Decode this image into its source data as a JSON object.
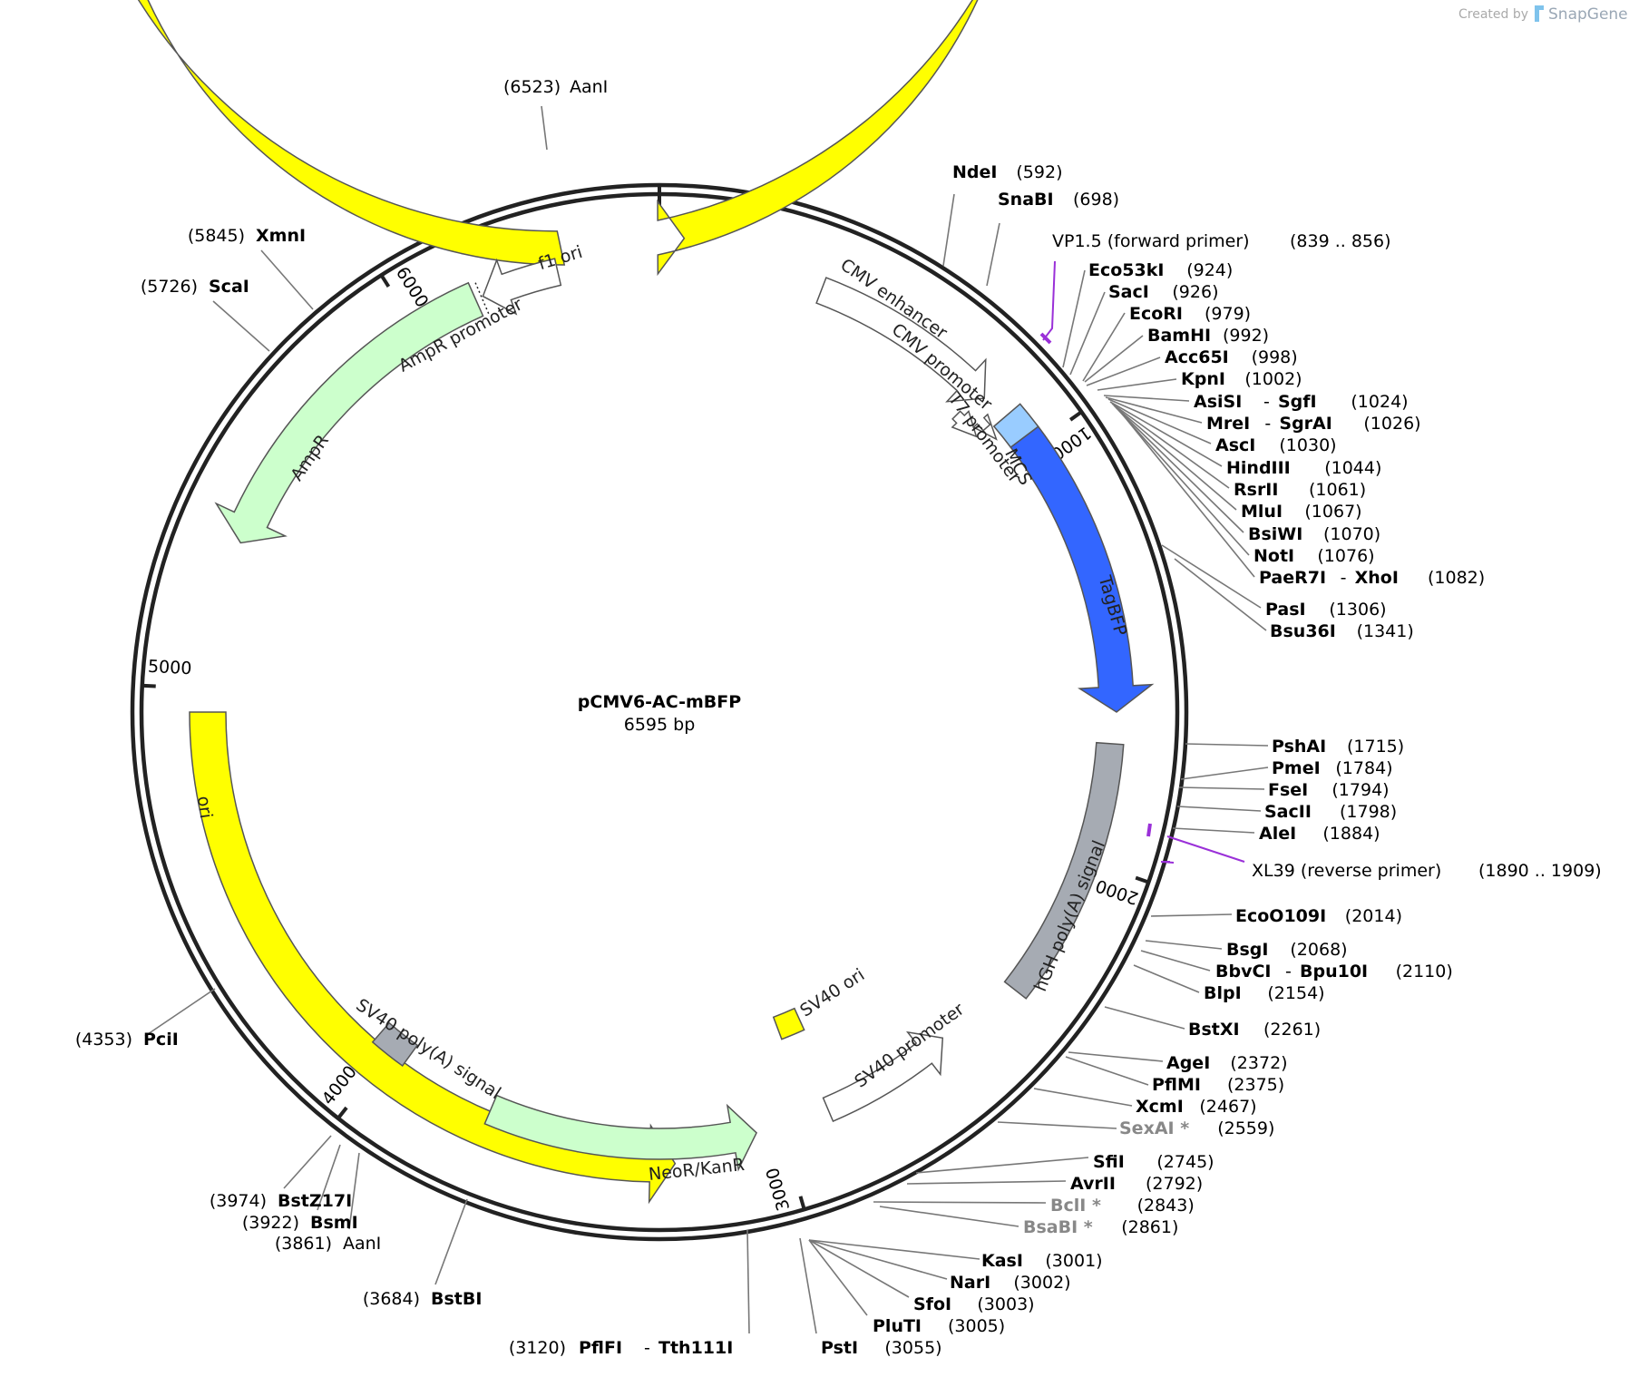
{
  "credit": {
    "prefix": "Created by",
    "brand": "SnapGene"
  },
  "plasmid": {
    "name": "pCMV6-AC-mBFP",
    "length_label": "6595 bp",
    "length": 6595
  },
  "ticks": [
    {
      "label": "1000",
      "pos": 1000
    },
    {
      "label": "2000",
      "pos": 2000
    },
    {
      "label": "3000",
      "pos": 3000
    },
    {
      "label": "4000",
      "pos": 4000
    },
    {
      "label": "5000",
      "pos": 5000
    },
    {
      "label": "6000",
      "pos": 6000
    }
  ],
  "features": [
    {
      "label": "f1 ori",
      "color": "#FFFF00"
    },
    {
      "label": "AmpR promoter",
      "color": "#FFFFFF"
    },
    {
      "label": "AmpR",
      "color": "#CCFFCC"
    },
    {
      "label": "ori",
      "color": "#FFFF00"
    },
    {
      "label": "CMV enhancer",
      "color": "#FFFFFF"
    },
    {
      "label": "CMV promoter",
      "color": "#FFFFFF"
    },
    {
      "label": "T7 promoter",
      "color": "#FFFFFF"
    },
    {
      "label": "MCS",
      "color": "#99CCFF"
    },
    {
      "label": "TagBFP",
      "color": "#3366FF"
    },
    {
      "label": "hGH poly(A) signal",
      "color": "#A6ABB3"
    },
    {
      "label": "SV40 ori",
      "color": "#FFFF00"
    },
    {
      "label": "SV40 promoter",
      "color": "#FFFFFF"
    },
    {
      "label": "NeoR/KanR",
      "color": "#CCFFCC"
    },
    {
      "label": "SV40 poly(A) signal",
      "color": "#A6ABB3"
    }
  ],
  "sites": [
    {
      "name": "AanI",
      "pos": "(6523)",
      "bold": false
    },
    {
      "name": "XmnI",
      "pos": "(5845)",
      "bold": true
    },
    {
      "name": "ScaI",
      "pos": "(5726)",
      "bold": true
    },
    {
      "name": "PciI",
      "pos": "(4353)",
      "bold": true
    },
    {
      "name": "BstZ17I",
      "pos": "(3974)",
      "bold": true
    },
    {
      "name": "BsmI",
      "pos": "(3922)",
      "bold": true
    },
    {
      "name": "AanI",
      "pos": "(3861)",
      "bold": false
    },
    {
      "name": "BstBI",
      "pos": "(3684)",
      "bold": true
    },
    {
      "name": "PflFI",
      "name2": "Tth111I",
      "pos": "(3120)",
      "bold": true
    },
    {
      "name": "PstI",
      "pos": "(3055)",
      "bold": true
    },
    {
      "name": "PluTI",
      "pos": "(3005)",
      "bold": true
    },
    {
      "name": "SfoI",
      "pos": "(3003)",
      "bold": true
    },
    {
      "name": "NarI",
      "pos": "(3002)",
      "bold": true
    },
    {
      "name": "KasI",
      "pos": "(3001)",
      "bold": true
    },
    {
      "name": "BsaBI *",
      "pos": "(2861)",
      "bold": true,
      "grey": true
    },
    {
      "name": "BclI *",
      "pos": "(2843)",
      "bold": true,
      "grey": true
    },
    {
      "name": "AvrII",
      "pos": "(2792)",
      "bold": true
    },
    {
      "name": "SfiI",
      "pos": "(2745)",
      "bold": true
    },
    {
      "name": "SexAI *",
      "pos": "(2559)",
      "bold": true,
      "grey": true
    },
    {
      "name": "XcmI",
      "pos": "(2467)",
      "bold": true
    },
    {
      "name": "PflMI",
      "pos": "(2375)",
      "bold": true
    },
    {
      "name": "AgeI",
      "pos": "(2372)",
      "bold": true
    },
    {
      "name": "BstXI",
      "pos": "(2261)",
      "bold": true
    },
    {
      "name": "BlpI",
      "pos": "(2154)",
      "bold": true
    },
    {
      "name": "BbvCI",
      "name2": "Bpu10I",
      "pos": "(2110)",
      "bold": true
    },
    {
      "name": "BsgI",
      "pos": "(2068)",
      "bold": true
    },
    {
      "name": "EcoO109I",
      "pos": "(2014)",
      "bold": true
    },
    {
      "name": "AleI",
      "pos": "(1884)",
      "bold": true
    },
    {
      "name": "SacII",
      "pos": "(1798)",
      "bold": true
    },
    {
      "name": "FseI",
      "pos": "(1794)",
      "bold": true
    },
    {
      "name": "PmeI",
      "pos": "(1784)",
      "bold": true
    },
    {
      "name": "PshAI",
      "pos": "(1715)",
      "bold": true
    },
    {
      "name": "Bsu36I",
      "pos": "(1341)",
      "bold": true
    },
    {
      "name": "PasI",
      "pos": "(1306)",
      "bold": true
    },
    {
      "name": "PaeR7I",
      "name2": "XhoI",
      "pos": "(1082)",
      "bold": true
    },
    {
      "name": "NotI",
      "pos": "(1076)",
      "bold": true
    },
    {
      "name": "BsiWI",
      "pos": "(1070)",
      "bold": true
    },
    {
      "name": "MluI",
      "pos": "(1067)",
      "bold": true
    },
    {
      "name": "RsrII",
      "pos": "(1061)",
      "bold": true
    },
    {
      "name": "HindIII",
      "pos": "(1044)",
      "bold": true
    },
    {
      "name": "AscI",
      "pos": "(1030)",
      "bold": true
    },
    {
      "name": "MreI",
      "name2": "SgrAI",
      "pos": "(1026)",
      "bold": true
    },
    {
      "name": "AsiSI",
      "name2": "SgfI",
      "pos": "(1024)",
      "bold": true
    },
    {
      "name": "KpnI",
      "pos": "(1002)",
      "bold": true
    },
    {
      "name": "Acc65I",
      "pos": "(998)",
      "bold": true
    },
    {
      "name": "BamHI",
      "pos": "(992)",
      "bold": true
    },
    {
      "name": "EcoRI",
      "pos": "(979)",
      "bold": true
    },
    {
      "name": "SacI",
      "pos": "(926)",
      "bold": true
    },
    {
      "name": "Eco53kI",
      "pos": "(924)",
      "bold": true
    },
    {
      "name": "SnaBI",
      "pos": "(698)",
      "bold": true
    },
    {
      "name": "NdeI",
      "pos": "(592)",
      "bold": true
    }
  ],
  "primers": [
    {
      "name": "VP1.5 (forward primer)",
      "range": "(839 .. 856)",
      "color": "#9A30D8"
    },
    {
      "name": "XL39 (reverse primer)",
      "range": "(1890 .. 1909)",
      "color": "#9A30D8"
    }
  ]
}
